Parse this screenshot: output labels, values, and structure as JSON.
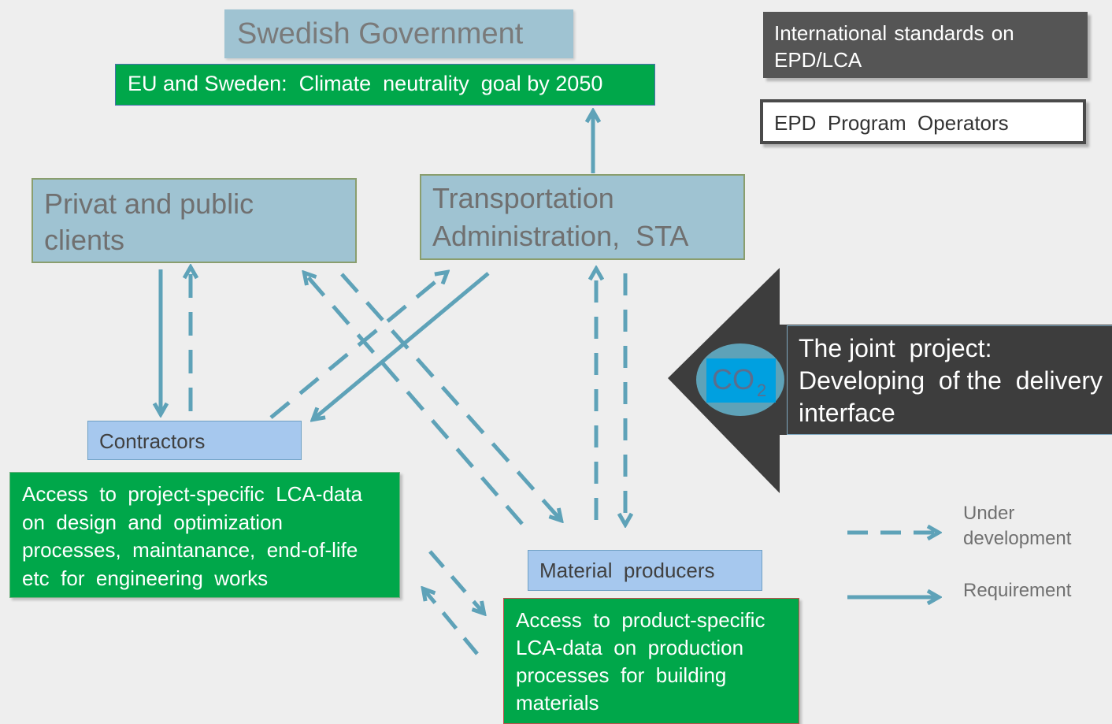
{
  "government": {
    "title": "Swedish Government"
  },
  "goal": {
    "text": "EU and Sweden:  Climate  neutrality  goal by 2050"
  },
  "standards": {
    "text": "International  standards  on EPD/LCA"
  },
  "operators": {
    "text": "EPD  Program  Operators"
  },
  "clients": {
    "text": "Privat and  public clients"
  },
  "sta": {
    "line1": "Transportation",
    "line2": "Administration,  STA"
  },
  "contractors": {
    "label": "Contractors"
  },
  "contractor_access": {
    "text": "Access  to  project-specific  LCA-data  on  design  and  optimization processes,  maintanance,  end-of-life  etc  for  engineering  works"
  },
  "producers": {
    "label": "Material  producers"
  },
  "producer_access": {
    "text": "Access  to  product-specific LCA-data  on  production processes  for  building materials"
  },
  "joint_project": {
    "co2_main": "CO",
    "co2_sub": "2",
    "text": "The joint  project: Developing  of the  delivery interface"
  },
  "legend": {
    "dashed_label": "Under development",
    "solid_label": "Requirement"
  },
  "colors": {
    "arrow": "#5ea2b8",
    "box_blue": "#9fc3d2",
    "green": "#00a74a",
    "dark": "#555555"
  }
}
